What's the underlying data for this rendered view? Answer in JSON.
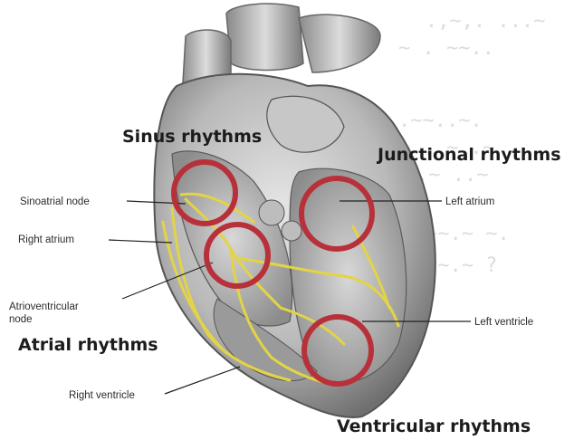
{
  "labels": {
    "sinoatrial_node": "Sinoatrial node",
    "right_atrium": "Right atrium",
    "atrioventricular_node_line1": "Atrioventricular",
    "atrioventricular_node_line2": "node",
    "right_ventricle": "Right ventricle",
    "left_atrium": "Left atrium",
    "left_ventricle": "Left ventricle"
  },
  "rhythm_titles": {
    "sinus": "Sinus rhythms",
    "junctional": "Junctional rhythms",
    "atrial": "Atrial rhythms",
    "ventricular": "Ventricular rhythms"
  },
  "colors": {
    "highlight_ring": "#b8313a",
    "conduction_pathway": "#e3d445",
    "heart_tissue": "#cfcfcf"
  }
}
